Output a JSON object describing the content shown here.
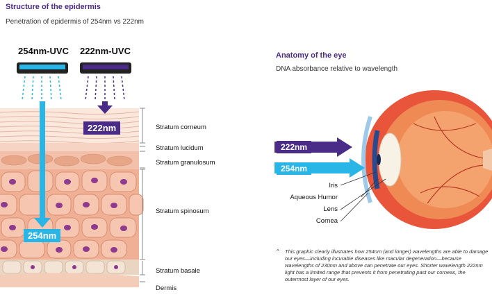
{
  "epidermis": {
    "title": "Structure of the epidermis",
    "subtitle": "Penetration of epidermis of 254nm vs 222nm",
    "lamp_254_label": "254nm-UVC",
    "lamp_222_label": "222nm-UVC",
    "tag_222": "222nm",
    "tag_254": "254nm",
    "layers": [
      "Stratum corneum",
      "Stratum lucidum",
      "Stratum granulosum",
      "Stratum spinosum",
      "Stratum basale",
      "Dermis"
    ]
  },
  "eye": {
    "title": "Anatomy of the eye",
    "subtitle": "DNA absorbance relative to wavelength",
    "tag_222": "222nm",
    "tag_254": "254nm",
    "parts": [
      "Iris",
      "Aqueous Humor",
      "Lens",
      "Cornea"
    ],
    "caption": "This graphic clearly illustrates how 254nm (and longer) wavelengths are able to damage our eyes—including incurable diseases like macular degeneration—because wavelengths of 230nm and above can penetrate our eyes. Shorter wavelength 222nm light has a limited range that prevents it from penetrating past our corneas, the outermost layer of our eyes."
  },
  "colors": {
    "purple": "#4a2c88",
    "cyan": "#29b6e6",
    "skin": "#f2b9a0",
    "nucleus": "#8e3b8f"
  }
}
